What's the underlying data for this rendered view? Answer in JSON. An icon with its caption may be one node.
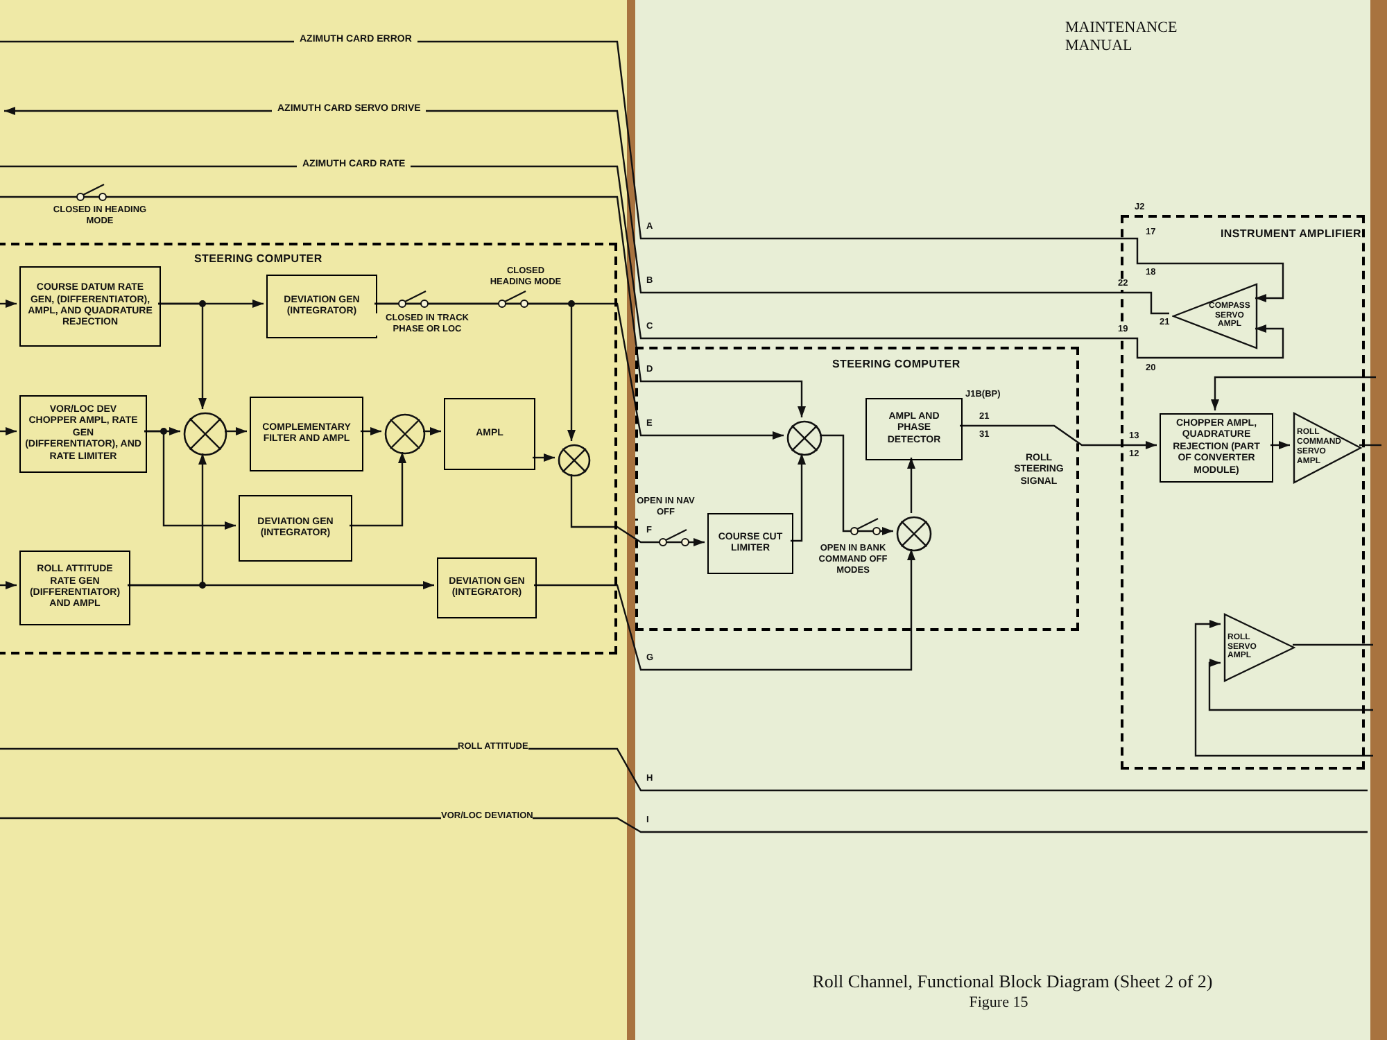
{
  "diagram": {
    "caption": "Roll Channel, Functional Block Diagram (Sheet 2 of 2)",
    "nodes": [
      {
        "text": [
          "STEERING COMPUTER"
        ]
      },
      {
        "text": [
          "COURSE DATUM RATE GEN, (DIFFERENTIATOR), AMPL, AND QUADRATURE REJECTION"
        ],
        "in": 0
      },
      {
        "text": [
          "VOR/LOC DEV CHOPPER AMPL, RATE GEN (DIFFERENTIATOR), AND RATE LIMITER"
        ],
        "in": 0
      },
      {
        "text": [
          "ROLL ATTITUDE RATE GEN (DIFFERENTIATOR) AND AMPL"
        ],
        "in": 0
      },
      {
        "text": [
          "DEVIATION GEN (INTEGRATOR)"
        ],
        "in": 0
      },
      {
        "text": [],
        "shape": "circle",
        "in": 0
      },
      {
        "text": [
          "COMPLEMENTARY FILTER AND AMPL"
        ],
        "in": 0
      },
      {
        "text": [
          "DEVIATION GEN (INTEGRATOR)"
        ],
        "in": 0
      },
      {
        "text": [],
        "shape": "circle",
        "in": 0
      },
      {
        "text": [
          "AMPL"
        ],
        "in": 0
      },
      {
        "text": [],
        "shape": "circle",
        "in": 0
      },
      {
        "text": [
          "DEVIATION GEN (INTEGRATOR)"
        ],
        "in": 0
      },
      {
        "text": [
          "STEERING COMPUTER"
        ]
      },
      {
        "text": [],
        "shape": "circle",
        "in": 12
      },
      {
        "text": [
          "AMPL AND PHASE DETECTOR"
        ],
        "in": 12
      },
      {
        "text": [
          "COURSE CUT LIMITER"
        ],
        "in": 12
      },
      {
        "text": [],
        "shape": "circle",
        "in": 12
      },
      {
        "text": [
          "INSTRUMENT AMPLIFIER"
        ]
      },
      {
        "text": [
          "COMPASS SERVO AMPL"
        ],
        "in": 17
      },
      {
        "text": [
          "CHOPPER AMPL, QUADRATURE REJECTION (PART OF CONVERTER MODULE)"
        ],
        "in": 17
      },
      {
        "text": [
          "ROLL COMMAND SERVO AMPL"
        ],
        "in": 17
      },
      {
        "text": [
          "ROLL SERVO AMPL"
        ],
        "in": 17
      }
    ],
    "edges": [
      {
        "from": null,
        "to": 1,
        "arrow": "to"
      },
      {
        "from": null,
        "to": 2,
        "arrow": "to"
      },
      {
        "from": null,
        "to": 3,
        "arrow": "to"
      },
      {
        "from": 1,
        "to": 4,
        "arrow": "to"
      },
      {
        "from": 1,
        "to": 5,
        "arrow": "to"
      },
      {
        "from": 2,
        "to": 5,
        "arrow": "to"
      },
      {
        "from": 2,
        "to": 7,
        "arrow": "to"
      },
      {
        "from": 3,
        "to": 5,
        "arrow": "to"
      },
      {
        "from": 3,
        "to": 11,
        "arrow": "to"
      },
      {
        "from": 5,
        "to": 6,
        "arrow": "to"
      },
      {
        "from": 6,
        "to": 8,
        "arrow": "to"
      },
      {
        "from": 7,
        "to": 8,
        "arrow": "to"
      },
      {
        "from": 8,
        "to": 9,
        "arrow": "to"
      },
      {
        "from": 9,
        "to": 10,
        "arrow": "to"
      },
      {
        "from": 4,
        "to": 10,
        "arrow": "to"
      },
      {
        "from": 4,
        "to": 13,
        "arrow": "to"
      },
      {
        "from": 10,
        "to": 15,
        "arrow": "to"
      },
      {
        "from": 11,
        "to": 16,
        "arrow": "to"
      },
      {
        "from": null,
        "to": 13,
        "arrow": "to"
      },
      {
        "from": null,
        "to": 18,
        "arrow": "to",
        "label": "AZIMUTH CARD ERROR"
      },
      {
        "from": 18,
        "to": null,
        "arrow": "to",
        "label": "AZIMUTH CARD SERVO DRIVE"
      },
      {
        "from": null,
        "to": 18,
        "arrow": "to",
        "label": "AZIMUTH CARD RATE"
      },
      {
        "from": 15,
        "to": 13,
        "arrow": "to"
      },
      {
        "from": 13,
        "to": 16,
        "arrow": "to"
      },
      {
        "from": 16,
        "to": 14,
        "arrow": "to"
      },
      {
        "from": 14,
        "to": 19,
        "arrow": "to",
        "label": "ROLL STEERING SIGNAL"
      },
      {
        "from": 19,
        "to": 20,
        "arrow": "to"
      },
      {
        "from": null,
        "to": 19,
        "arrow": "to"
      },
      {
        "from": null,
        "to": 21,
        "arrow": "to"
      },
      {
        "from": null,
        "to": 21,
        "arrow": "to"
      },
      {
        "from": 21,
        "to": null,
        "arrow": "none"
      },
      {
        "from": 20,
        "to": null,
        "arrow": "none"
      }
    ],
    "labels": [
      "MAINTENANCE MANUAL",
      "J2",
      "CLOSED IN HEADING MODE",
      "CLOSED IN TRACK PHASE OR LOC",
      "CLOSED HEADING MODE",
      "A",
      "17",
      "18",
      "B",
      "22",
      "21",
      "C",
      "19",
      "20",
      "D",
      "J1B(BP)",
      "21",
      "31",
      "13",
      "12",
      "E",
      "OPEN IN NAV OFF",
      "OPEN IN BANK COMMAND OFF MODES",
      "F",
      "G",
      "ROLL ATTITUDE",
      "H",
      "VOR/LOC DEVIATION",
      "I",
      "Figure 15"
    ]
  }
}
